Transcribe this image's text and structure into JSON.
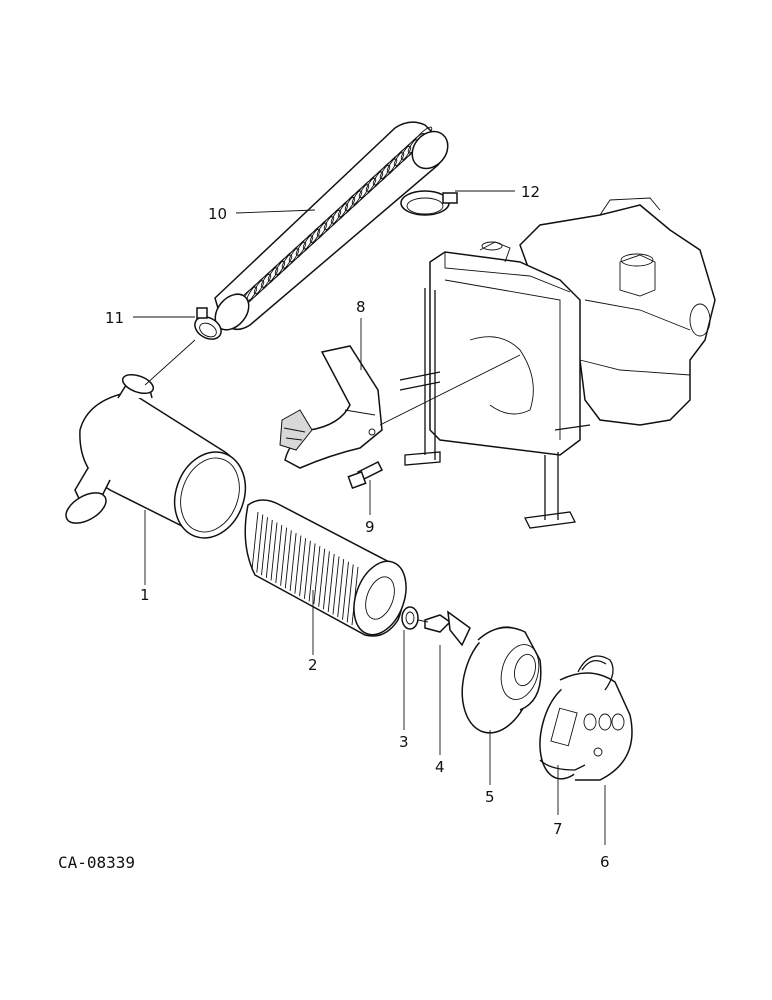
{
  "figure_code": "CA-08339",
  "callouts": [
    {
      "id": "1",
      "label": "1"
    },
    {
      "id": "2",
      "label": "2"
    },
    {
      "id": "3",
      "label": "3"
    },
    {
      "id": "4",
      "label": "4"
    },
    {
      "id": "5",
      "label": "5"
    },
    {
      "id": "6",
      "label": "6"
    },
    {
      "id": "7",
      "label": "7"
    },
    {
      "id": "8",
      "label": "8"
    },
    {
      "id": "9",
      "label": "9"
    },
    {
      "id": "10",
      "label": "10"
    },
    {
      "id": "11",
      "label": "11"
    },
    {
      "id": "12",
      "label": "12"
    }
  ]
}
